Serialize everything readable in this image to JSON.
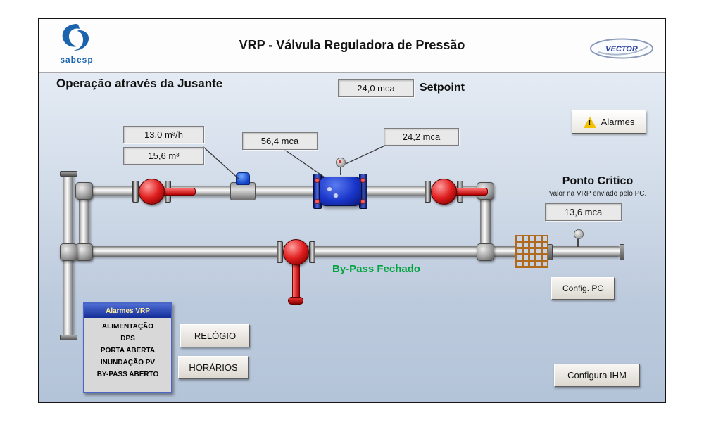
{
  "header": {
    "title": "VRP - Válvula Reguladora de Pressão",
    "sabesp_wordmark": "sabesp",
    "vector_wordmark": "VECTOR"
  },
  "status": {
    "operation_mode": "Operação através da Jusante",
    "setpoint_value": "24,0 mca",
    "setpoint_label": "Setpoint",
    "bypass_status": "By-Pass Fechado"
  },
  "measurements": {
    "flow_rate": "13,0 m³/h",
    "totalized_volume": "15,6 m³",
    "upstream_pressure": "56,4 mca",
    "downstream_pressure": "24,2 mca"
  },
  "critical_point": {
    "title": "Ponto Critico",
    "note": "Valor na VRP enviado pelo PC.",
    "value": "13,6 mca"
  },
  "buttons": {
    "alarms": "Alarmes",
    "config_pc": "Config. PC",
    "clock": "RELÓGIO",
    "schedules": "HORÁRIOS",
    "configure_hmi": "Configura IHM"
  },
  "alarm_panel": {
    "title": "Alarmes VRP",
    "items": [
      "ALIMENTAÇÃO",
      "DPS",
      "PORTA ABERTA",
      "INUNDAÇÃO PV",
      "BY-PASS ABERTO"
    ]
  },
  "colors": {
    "bypass_text": "#00a33e",
    "valve_red": "#cc1111",
    "vrp_valve_blue": "#1a36ca",
    "mesh_brown": "#b06a1e",
    "alarm_header_blue": "#152e98"
  }
}
